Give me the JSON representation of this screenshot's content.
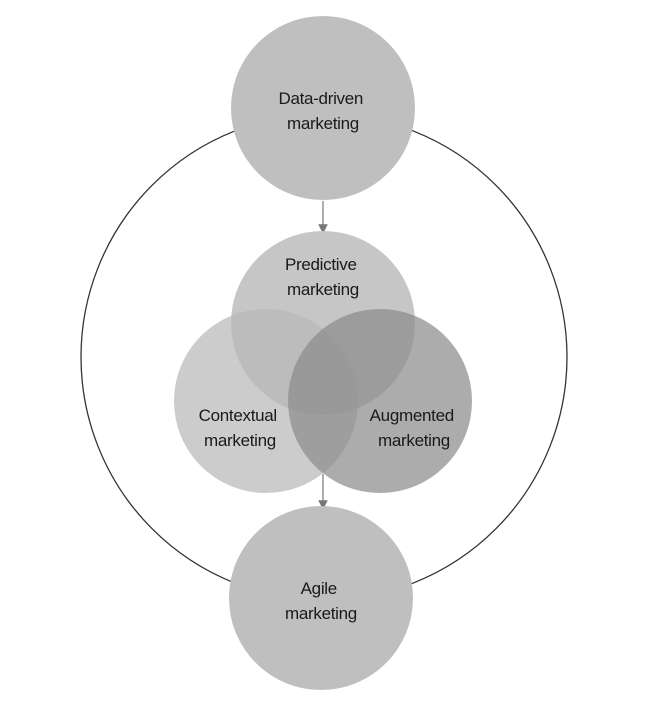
{
  "nodes": {
    "data_driven": {
      "line1": "Data-driven",
      "line2": "marketing"
    },
    "predictive": {
      "line1": "Predictive",
      "line2": "marketing"
    },
    "contextual": {
      "line1": "Contextual",
      "line2": "marketing"
    },
    "augmented": {
      "line1": "Augmented",
      "line2": "marketing"
    },
    "agile": {
      "line1": "Agile",
      "line2": "marketing"
    }
  },
  "colors": {
    "outer_ring": "#333333",
    "node_fill": "#bfbfbf",
    "predictive_fill": "#c6c6c6",
    "contextual_fill": "#c9c9c9",
    "augmented_fill": "#a9a9a9",
    "arrow": "#777777"
  }
}
